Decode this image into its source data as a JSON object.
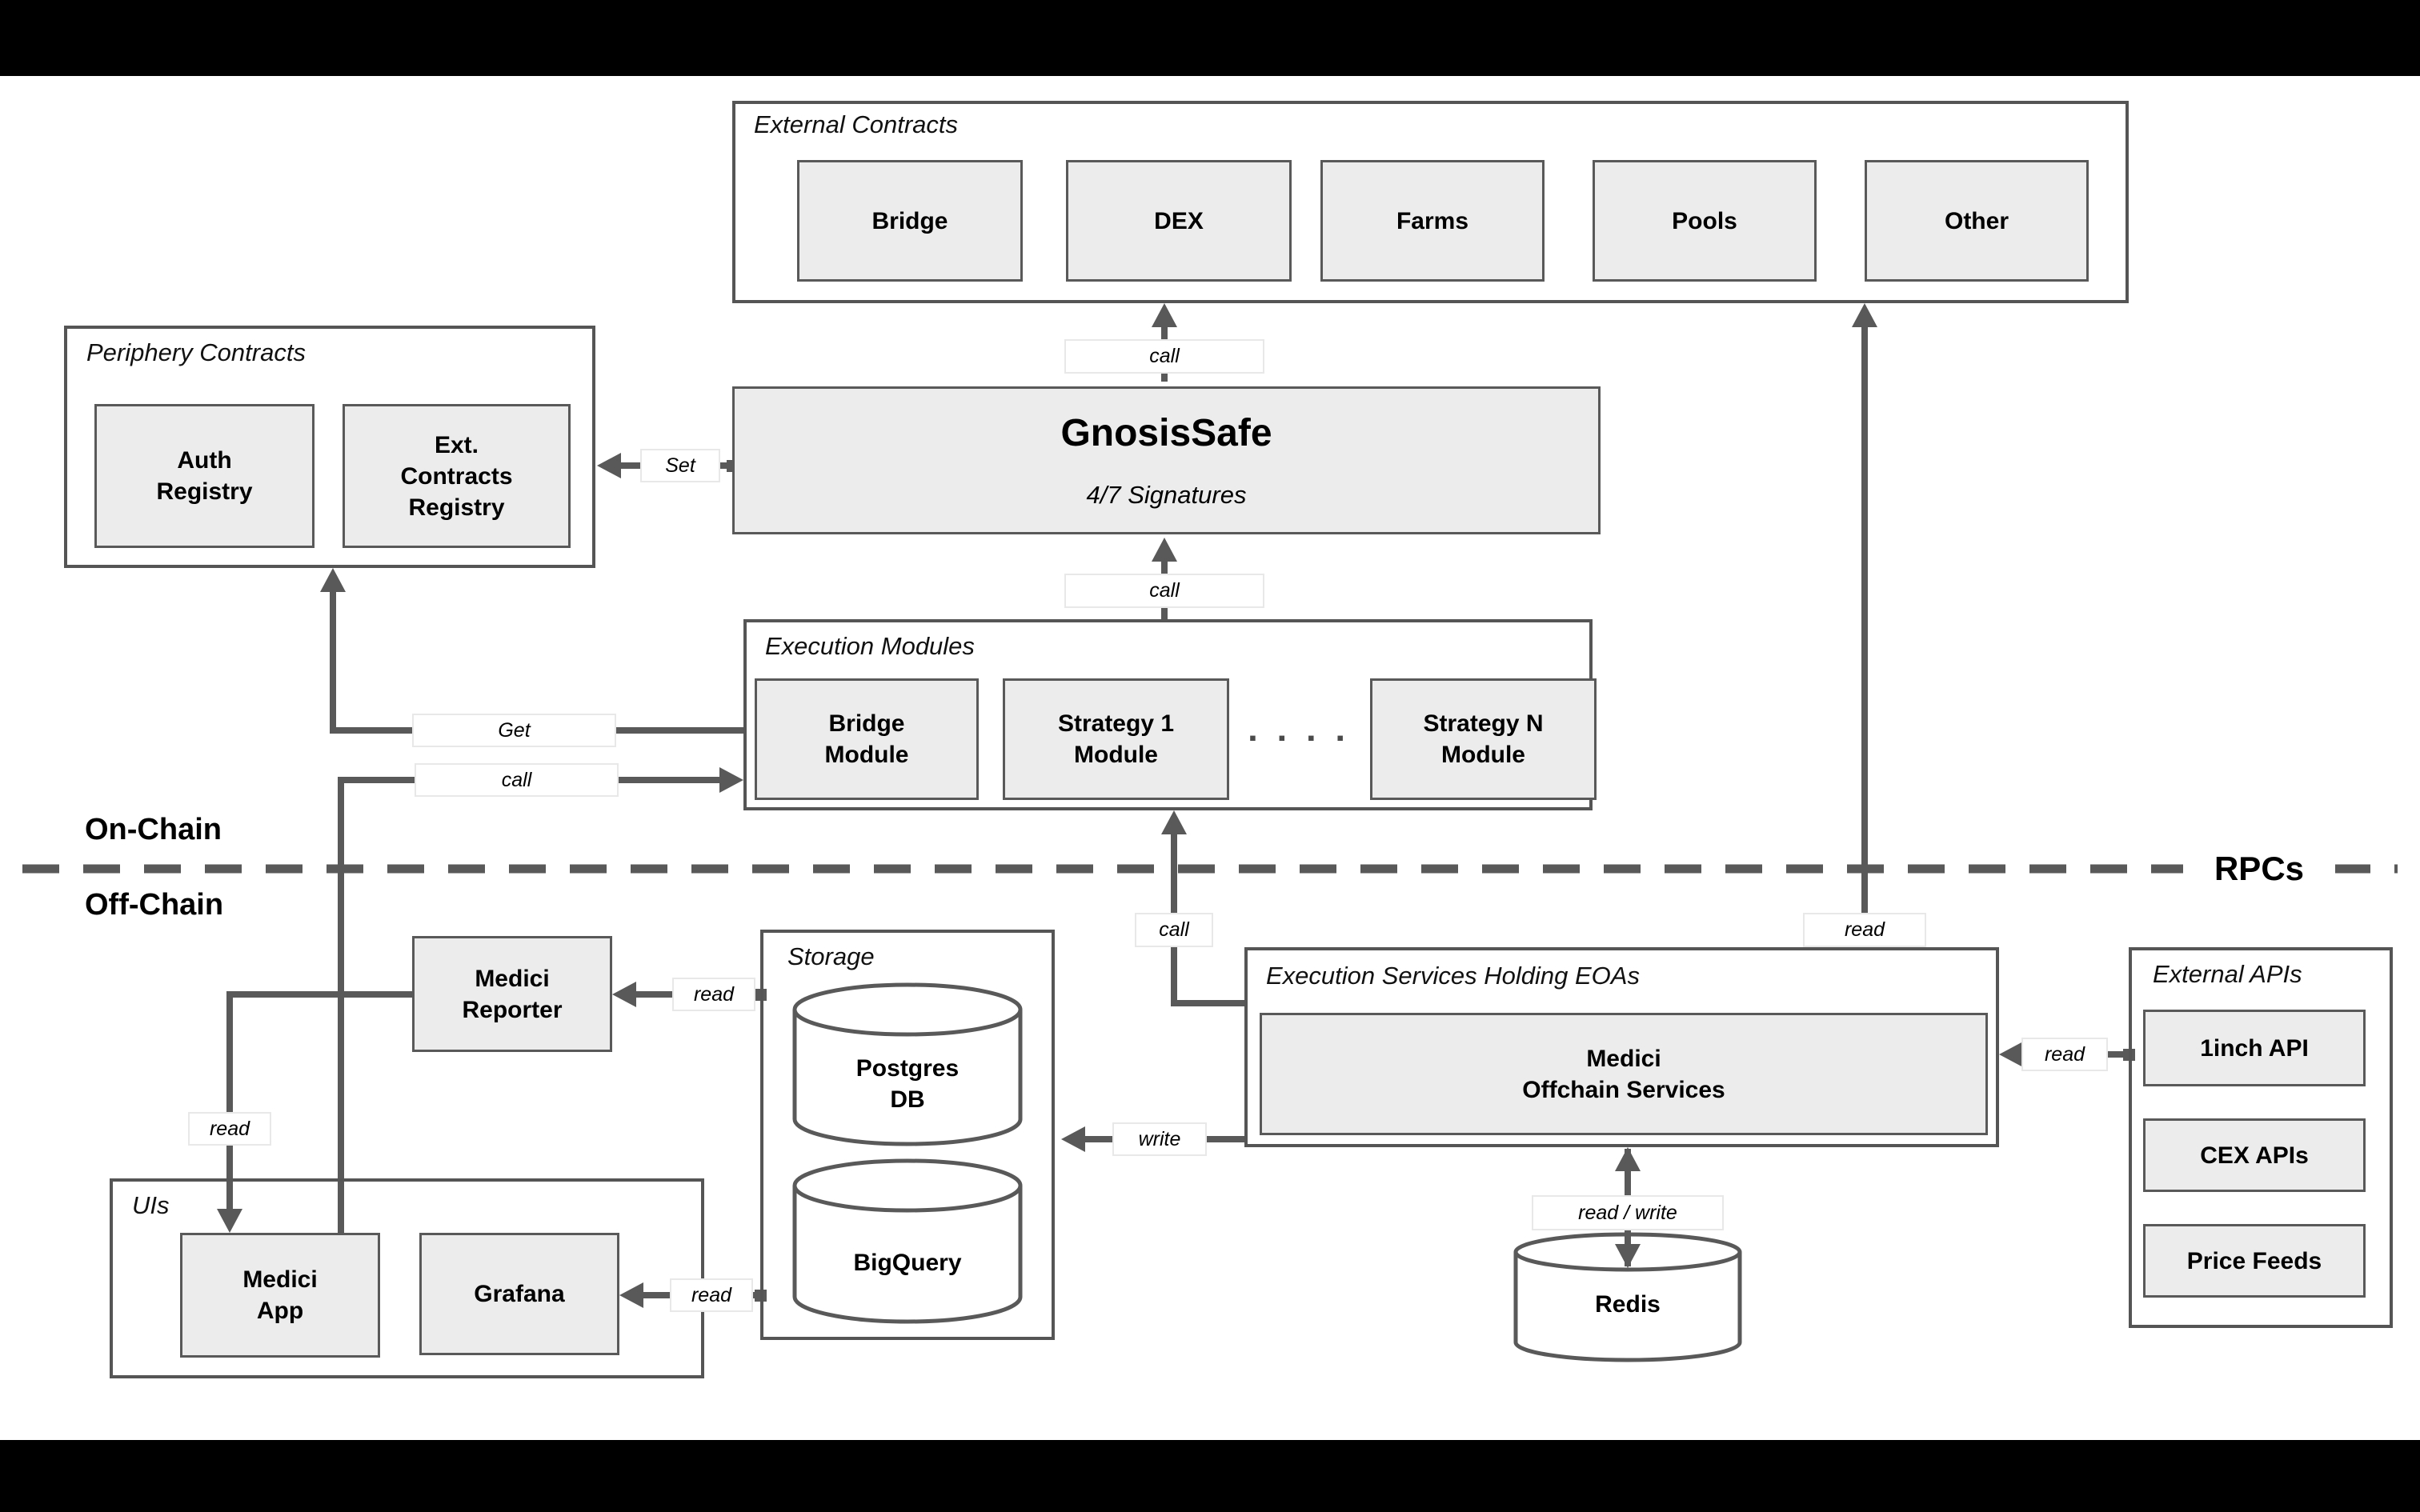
{
  "zones": {
    "on_chain": "On-Chain",
    "off_chain": "Off-Chain",
    "rpcs": "RPCs"
  },
  "external_contracts": {
    "title": "External Contracts",
    "items": [
      "Bridge",
      "DEX",
      "Farms",
      "Pools",
      "Other"
    ]
  },
  "periphery_contracts": {
    "title": "Periphery Contracts",
    "items": [
      "Auth Registry",
      "Ext. Contracts Registry"
    ]
  },
  "gnosis_safe": {
    "title": "GnosisSafe",
    "subtitle": "4/7 Signatures"
  },
  "execution_modules": {
    "title": "Execution Modules",
    "items": [
      "Bridge Module",
      "Strategy 1 Module",
      "Strategy N Module"
    ],
    "ellipsis": "▪ ▪ ▪ ▪"
  },
  "execution_services": {
    "title": "Execution Services Holding EOAs",
    "inner_line1": "Medici",
    "inner_line2": "Offchain Services"
  },
  "storage": {
    "title": "Storage",
    "items": [
      "Postgres DB",
      "BigQuery"
    ]
  },
  "uis": {
    "title": "UIs",
    "items": [
      "Medici App",
      "Grafana"
    ]
  },
  "external_apis": {
    "title": "External APIs",
    "items": [
      "1inch API",
      "CEX APIs",
      "Price Feeds"
    ]
  },
  "nodes": {
    "medici_reporter": "Medici Reporter",
    "redis": "Redis"
  },
  "edge_labels": {
    "call_safe_to_external": "call",
    "call_modules_to_safe": "call",
    "set_safe_to_periphery": "Set",
    "get_modules_to_periphery": "Get",
    "call_app_to_modules": "call",
    "call_services_to_modules": "call",
    "read_services_to_chain": "read",
    "read_storage_to_reporter": "read",
    "read_reporter_to_app": "read",
    "read_storage_to_grafana": "read",
    "write_services_to_storage": "write",
    "read_apis_to_services": "read",
    "read_write_services_redis": "read / write"
  },
  "colors": {
    "line": "#595959",
    "node_fill": "#ececec",
    "node_border": "#595959",
    "container_border": "#555555",
    "page_bg": "#000000",
    "canvas": "#ffffff"
  }
}
